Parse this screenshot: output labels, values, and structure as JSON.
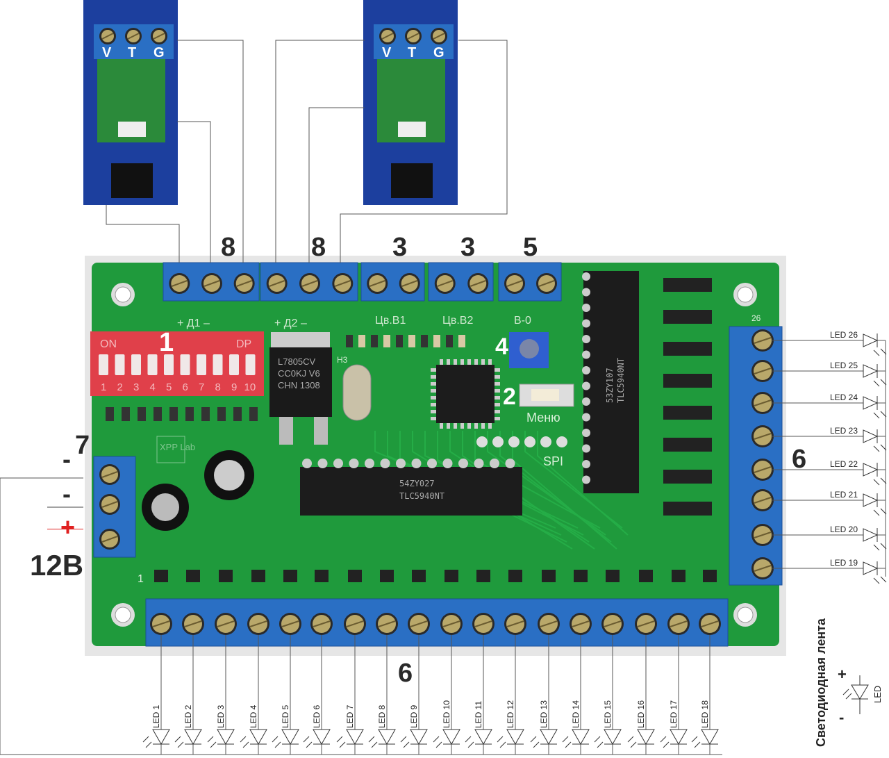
{
  "callouts": {
    "top_d1": "8",
    "top_d2": "8",
    "top_cv1": "3",
    "top_cv2": "3",
    "top_b0": "5",
    "dip": "1",
    "button": "2",
    "pot": "4",
    "right_outputs": "6",
    "bottom_outputs": "6",
    "power": "7"
  },
  "power": {
    "minus_top": "-",
    "minus": "-",
    "plus": "+",
    "voltage": "12В",
    "plus_color": "#e02020"
  },
  "sensor_terminal_labels": [
    "V",
    "T",
    "G"
  ],
  "silkscreen": {
    "d1": "+  Д1  –",
    "d2": "+  Д2  –",
    "cv1": "Цв.В1",
    "cv2": "Цв.В2",
    "b0": "В-0",
    "menu": "Меню",
    "spi": "SPI",
    "dip_on": "ON",
    "dip_dp": "DP",
    "dip_numbers": [
      "1",
      "2",
      "3",
      "4",
      "5",
      "6",
      "7",
      "8",
      "9",
      "10"
    ],
    "pin26": "26",
    "pin1": "1",
    "logo": "XPP Lab",
    "crystal": "H3",
    "regulator": [
      "L7805CV",
      "CC0KJ V6",
      "CHN 1308"
    ],
    "chip_bottom": [
      "54ZY027",
      "TLC5940NT"
    ],
    "chip_right": [
      "53ZY107",
      "TLC5940NT"
    ]
  },
  "right_leds": [
    "LED 26",
    "LED 25",
    "LED 24",
    "LED 23",
    "LED 22",
    "LED 21",
    "LED 20",
    "LED 19"
  ],
  "bottom_leds": [
    "LED 1",
    "LED 2",
    "LED 3",
    "LED 4",
    "LED 5",
    "LED 6",
    "LED 7",
    "LED 8",
    "LED 9",
    "LED 10",
    "LED 11",
    "LED 12",
    "LED 13",
    "LED 14",
    "LED 15",
    "LED 16",
    "LED 17",
    "LED 18"
  ],
  "legend": {
    "title": "Светодиодная лента",
    "plus": "+",
    "minus": "-",
    "led": "LED"
  },
  "colors": {
    "pcb": "#1f9a3c",
    "terminal": "#2a6fc4",
    "dip": "#e0404a",
    "sensor_pcb": "#1c3f9e",
    "wire": "#555555"
  }
}
